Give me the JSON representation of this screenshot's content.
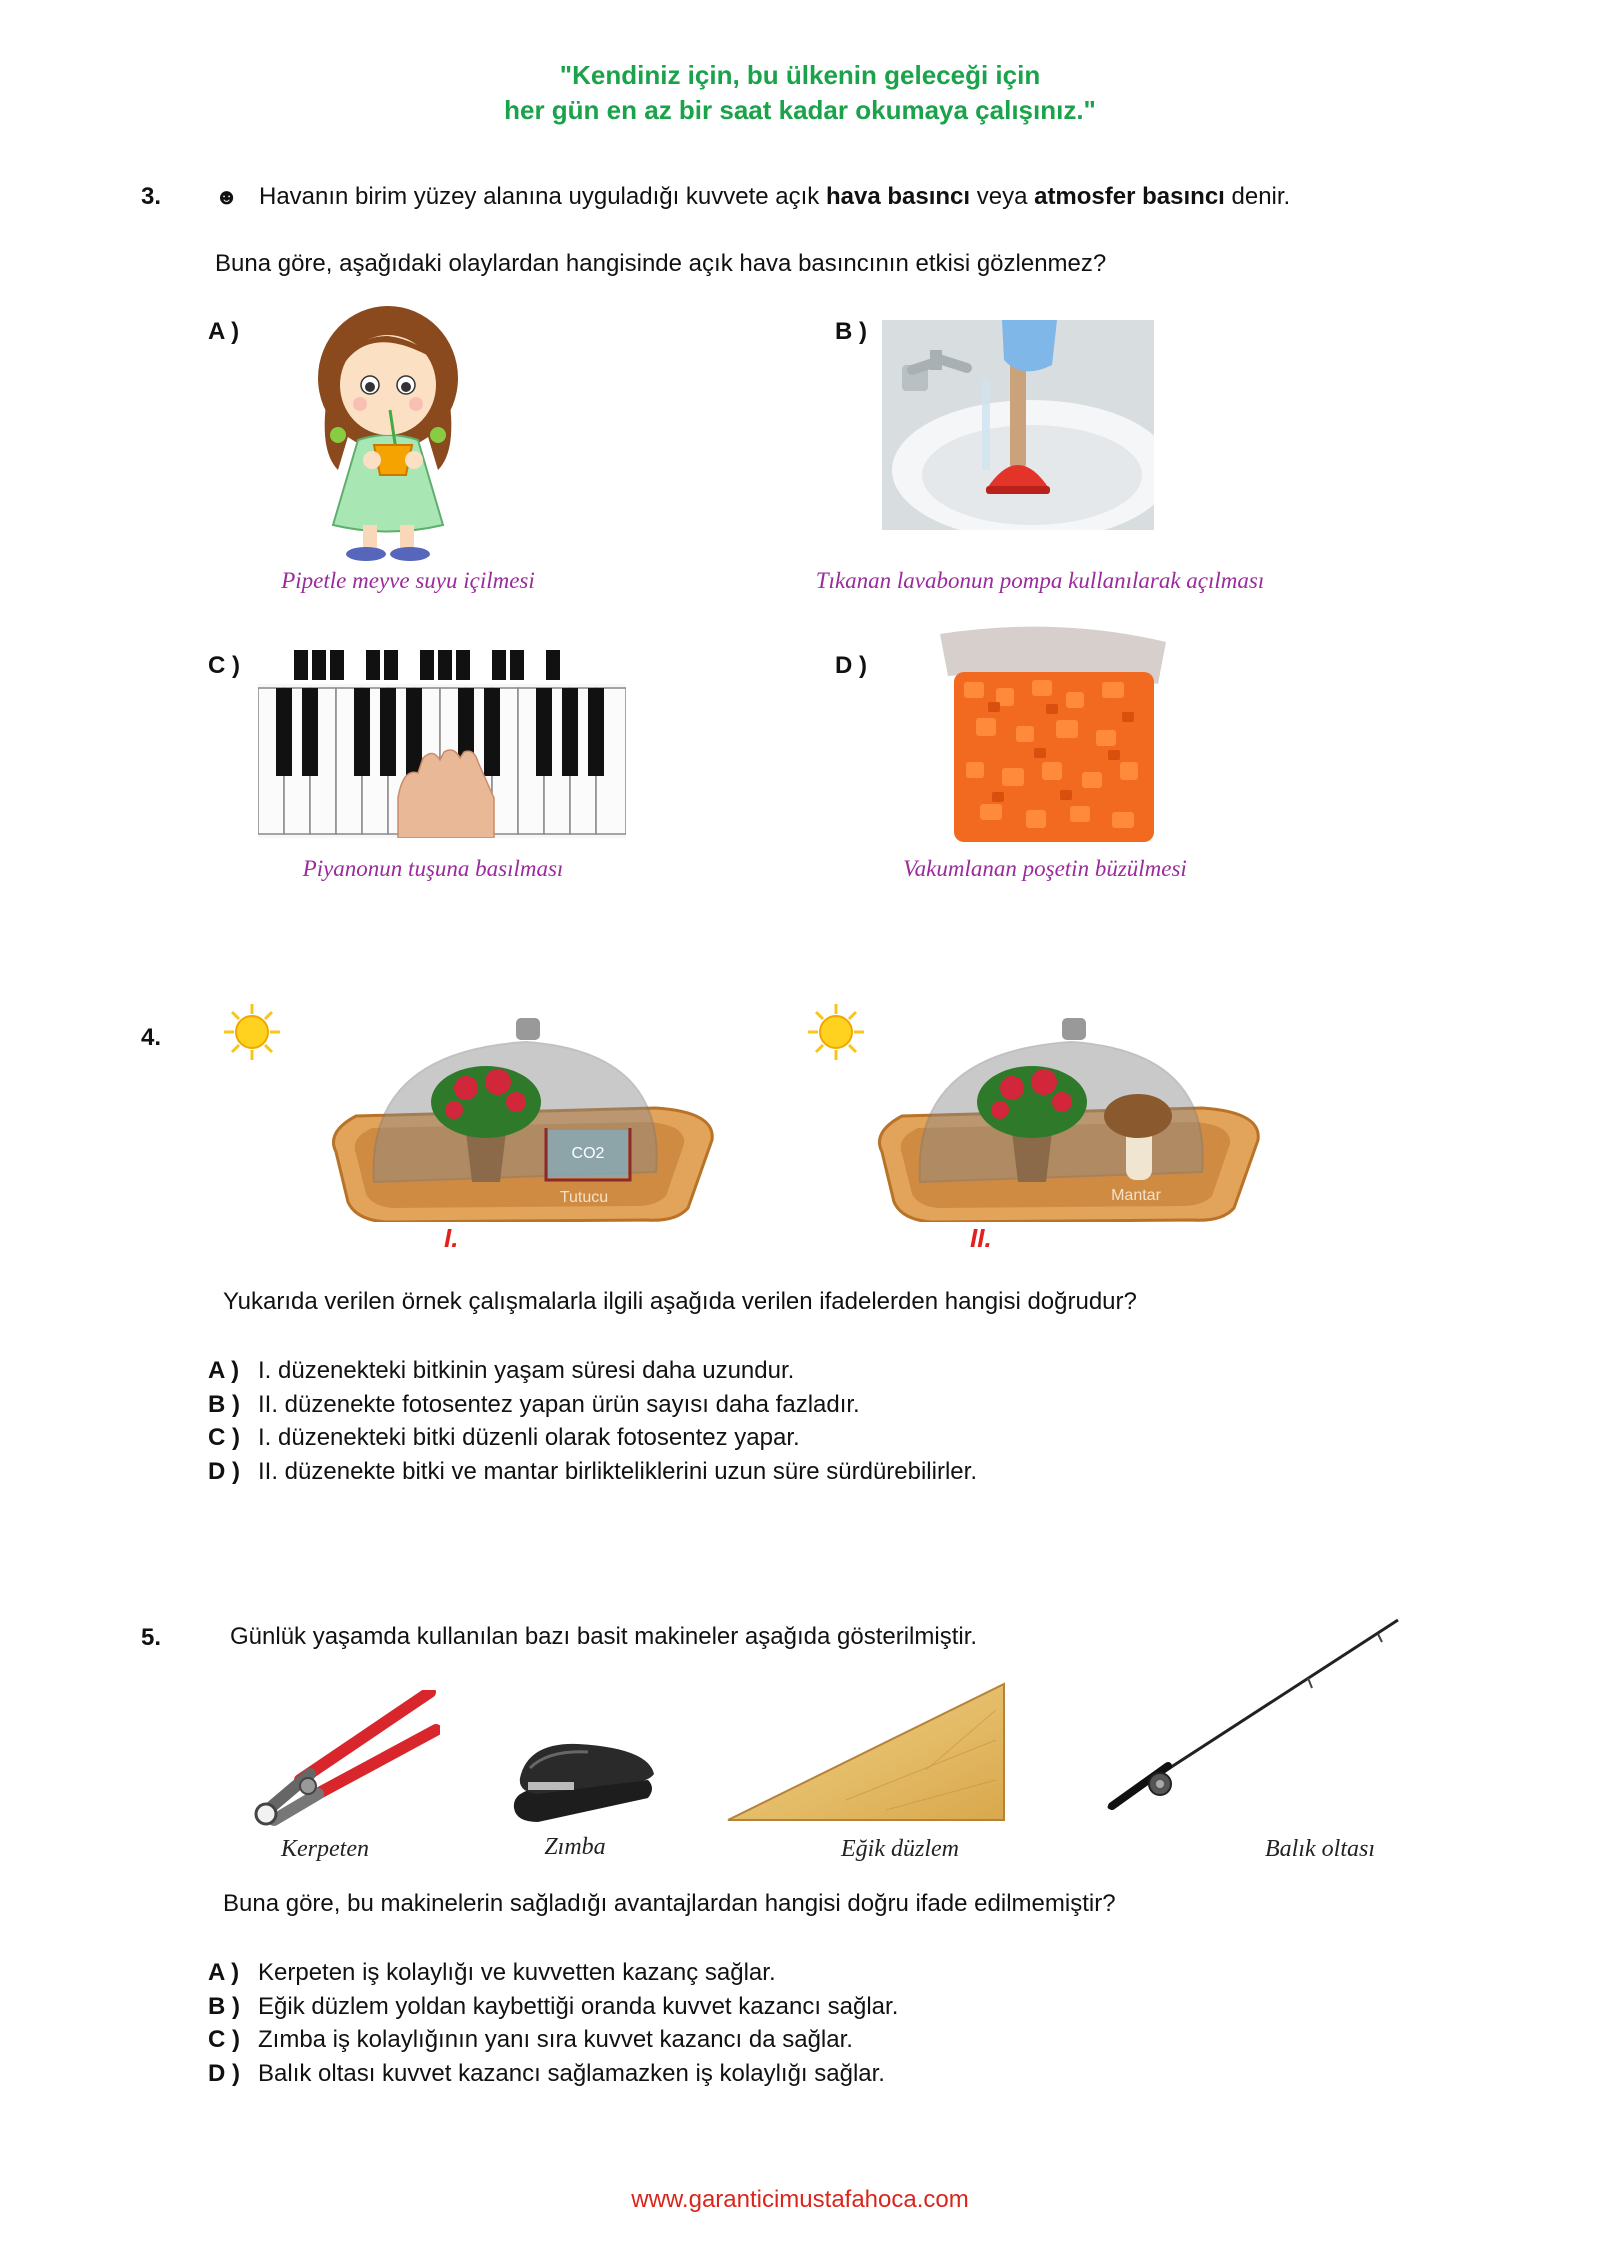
{
  "header": {
    "motto_line1": "\"Kendiniz için, bu ülkenin geleceği için",
    "motto_line2": "her gün en az bir saat kadar okumaya çalışınız.\""
  },
  "q3": {
    "number": "3.",
    "bullet": "☻",
    "intro_pre": "Havanın birim yüzey alanına uyguladığı kuvvete açık ",
    "term1": "hava basıncı",
    "intro_mid": " veya ",
    "term2": "atmosfer basıncı",
    "intro_post": " denir.",
    "question": "Buna göre, aşağıdaki olaylardan hangisinde açık hava basıncının etkisi gözlenmez?",
    "options": [
      {
        "letter": "A )",
        "caption": "Pipetle meyve suyu içilmesi",
        "icon": "girl-drinking-icon"
      },
      {
        "letter": "B )",
        "caption": "Tıkanan lavabonun pompa kullanılarak açılması",
        "icon": "plunger-sink-icon"
      },
      {
        "letter": "C )",
        "caption": "Piyanonun tuşuna basılması",
        "icon": "piano-keys-icon"
      },
      {
        "letter": "D )",
        "caption": "Vakumlanan poşetin büzülmesi",
        "icon": "vacuum-bag-icon"
      }
    ]
  },
  "q4": {
    "number": "4.",
    "setup1_roman": "I.",
    "setup2_roman": "II.",
    "co2_label": "CO2",
    "holder_label": "Tutucu",
    "mushroom_label": "Mantar",
    "question": "Yukarıda verilen örnek çalışmalarla ilgili aşağıda verilen ifadelerden hangisi doğrudur?",
    "choices": [
      {
        "letter": "A )",
        "text": "I. düzenekteki bitkinin yaşam süresi daha uzundur."
      },
      {
        "letter": "B )",
        "text": "II. düzenekte fotosentez yapan ürün sayısı daha fazladır."
      },
      {
        "letter": "C )",
        "text": "I. düzenekteki bitki düzenli olarak fotosentez yapar."
      },
      {
        "letter": "D )",
        "text": "II. düzenekte bitki ve mantar birlikteliklerini uzun süre sürdürebilirler."
      }
    ]
  },
  "q5": {
    "number": "5.",
    "intro": "Günlük yaşamda kullanılan bazı basit makineler aşağıda gösterilmiştir.",
    "machines": [
      {
        "name": "Kerpeten",
        "icon": "pincers-icon"
      },
      {
        "name": "Zımba",
        "icon": "stapler-icon"
      },
      {
        "name": "Eğik düzlem",
        "icon": "inclined-plane-icon"
      },
      {
        "name": "Balık oltası",
        "icon": "fishing-rod-icon"
      }
    ],
    "question": "Buna göre, bu makinelerin sağladığı avantajlardan hangisi doğru ifade edilmemiştir?",
    "choices": [
      {
        "letter": "A )",
        "text": "Kerpeten iş kolaylığı ve kuvvetten kazanç sağlar."
      },
      {
        "letter": "B )",
        "text": "Eğik düzlem yoldan kaybettiği oranda kuvvet kazancı sağlar."
      },
      {
        "letter": "C )",
        "text": "Zımba iş kolaylığının yanı sıra kuvvet kazancı da sağlar."
      },
      {
        "letter": "D )",
        "text": "Balık oltası kuvvet kazancı sağlamazken iş kolaylığı sağlar."
      }
    ]
  },
  "footer": {
    "website": "www.garanticimustafahoca.com"
  },
  "colors": {
    "motto_green": "#1aa34a",
    "caption_purple": "#9b2a9c",
    "roman_red": "#e2211c",
    "footer_red": "#d9261c"
  }
}
